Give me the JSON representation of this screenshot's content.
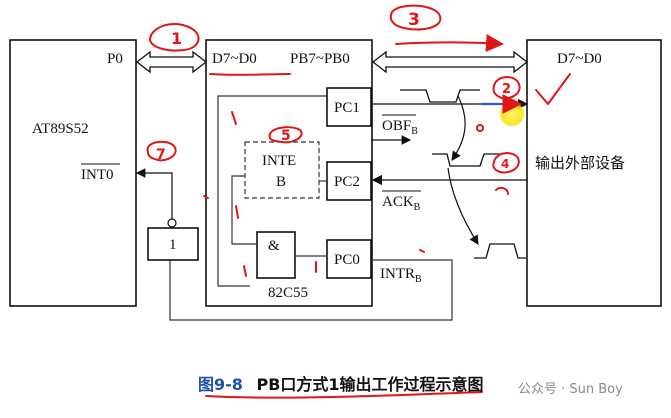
{
  "blocks": {
    "mcu_label": "AT89S52",
    "mcu_port": "P0",
    "int_label": "INT0",
    "chip_data": "D7~D0",
    "chip_port": "PB7~PB0",
    "chip_name": "82C55",
    "pc1": "PC1",
    "pc2": "PC2",
    "pc0": "PC0",
    "inte_line1": "INTE",
    "inte_line2": "B",
    "and_gate": "&",
    "inverter": "1",
    "device_data": "D7~D0",
    "device_label": "输出外部设备"
  },
  "signals": {
    "obf_main": "OBF",
    "obf_sub": "B",
    "ack_main": "ACK",
    "ack_sub": "B",
    "intr_main": "INTR",
    "intr_sub": "B"
  },
  "annotations": {
    "step1": "1",
    "step2": "2",
    "step3": "3",
    "step4": "4",
    "step5": "5",
    "step7": "7"
  },
  "caption": {
    "number": "图9-8",
    "title": "PB口方式1输出工作过程示意图"
  },
  "watermark": "公众号 · Sun Boy",
  "colors": {
    "ink": "#e01616",
    "caption_number": "#1f4fa8",
    "arrow_blue": "#2060d0",
    "highlight": "#f3e000"
  }
}
